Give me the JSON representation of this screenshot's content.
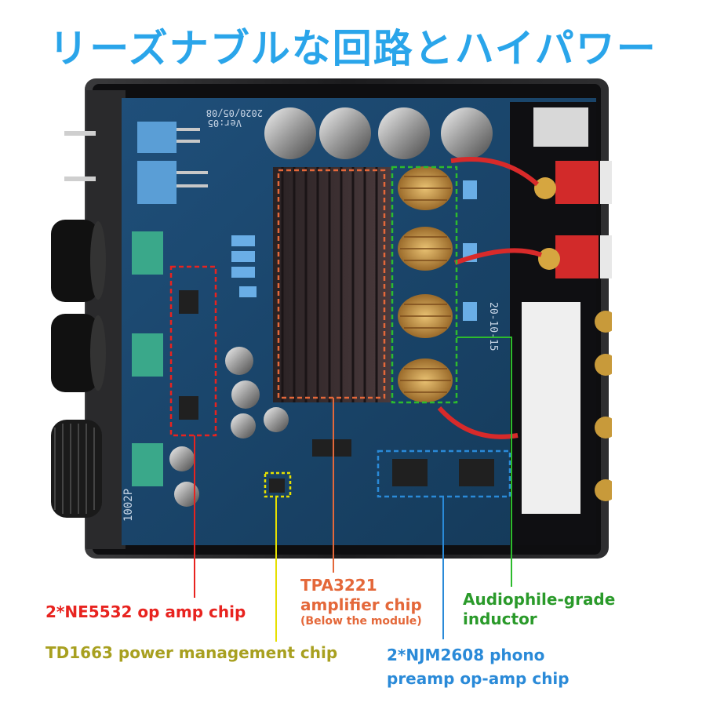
{
  "title": "リーズナブルな回路とハイパワー",
  "board": {
    "version": "Ver:05",
    "date": "2020/05/08",
    "model": "1002P",
    "serial": "20-10-15"
  },
  "labels": {
    "ne5532": "2*NE5532 op amp chip",
    "td1663": "TD1663 power management chip",
    "tpa_line1": "TPA3221",
    "tpa_line2": "amplifier chip",
    "tpa_sub": "(Below the module)",
    "njm_line1": "2*NJM2608 phono",
    "njm_line2": "preamp op-amp chip",
    "inductor_line1": "Audiophile-grade",
    "inductor_line2": "inductor"
  },
  "colors": {
    "title": "#2aa5ea",
    "ne5532": "#e8231f",
    "td1663": "#a8a020",
    "tpa3221": "#e4683a",
    "njm2608": "#2a8ad8",
    "inductor": "#2a9a2a"
  }
}
